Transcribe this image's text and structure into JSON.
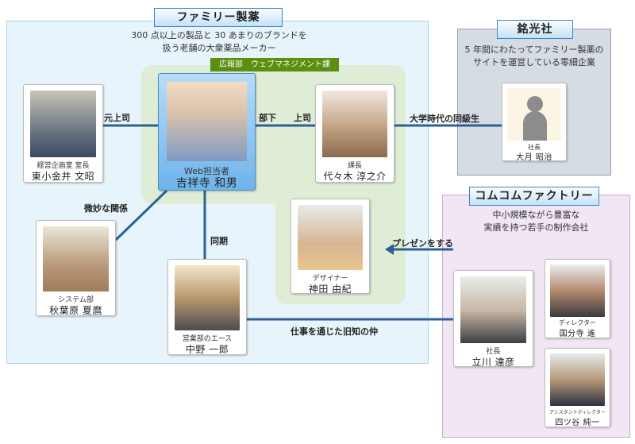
{
  "organizations": {
    "family": {
      "title": "ファミリー製薬",
      "description_line1": "300 点以上の製品と 30 あまりのブランドを",
      "description_line2": "扱う老舗の大衆薬品メーカー",
      "department": "広報部　ウェブマネジメント課",
      "color": "#e8f4fb"
    },
    "meiko": {
      "title": "銘光社",
      "description_line1": "5 年間にわたってファミリー製薬の",
      "description_line2": "サイトを運営している零細企業",
      "color": "#d5dce4"
    },
    "comcom": {
      "title": "コムコムファクトリー",
      "description_line1": "中小規模ながら豊富な",
      "description_line2": "実績を持つ若手の制作会社",
      "color": "#f1e6f3"
    }
  },
  "people": {
    "yoshijoji": {
      "role": "Web担当者",
      "name": "吉祥寺 和男"
    },
    "koganei": {
      "role": "経営企画室 室長",
      "name": "東小金井 文昭"
    },
    "yoyogi": {
      "role": "課長",
      "name": "代々木 淳之介"
    },
    "otsuki": {
      "role": "社長",
      "name": "大月 昭治"
    },
    "akihabara": {
      "role": "システム部",
      "name": "秋葉原 夏麿"
    },
    "kanda": {
      "role": "デザイナー",
      "name": "神田 由紀"
    },
    "nakano": {
      "role": "営業部のエース",
      "name": "中野 一郎"
    },
    "tachikawa": {
      "role": "社長",
      "name": "立川 達彦"
    },
    "kokubunji": {
      "role": "ディレクター",
      "name": "国分寺 遙"
    },
    "yotsuya": {
      "role": "アシスタントディレクター",
      "name": "四ツ谷 純一"
    }
  },
  "relations": {
    "former_boss": "元上司",
    "subordinate": "部下",
    "boss": "上司",
    "classmates": "大学時代の同級生",
    "subtle": "微妙な関係",
    "same_year": "同期",
    "presents": "プレゼンをする",
    "old_acquaintance": "仕事を通じた旧知の仲"
  },
  "colors": {
    "line": "#2e5f97",
    "department": "#5a8f0f",
    "title_border": "#3a86c4"
  }
}
